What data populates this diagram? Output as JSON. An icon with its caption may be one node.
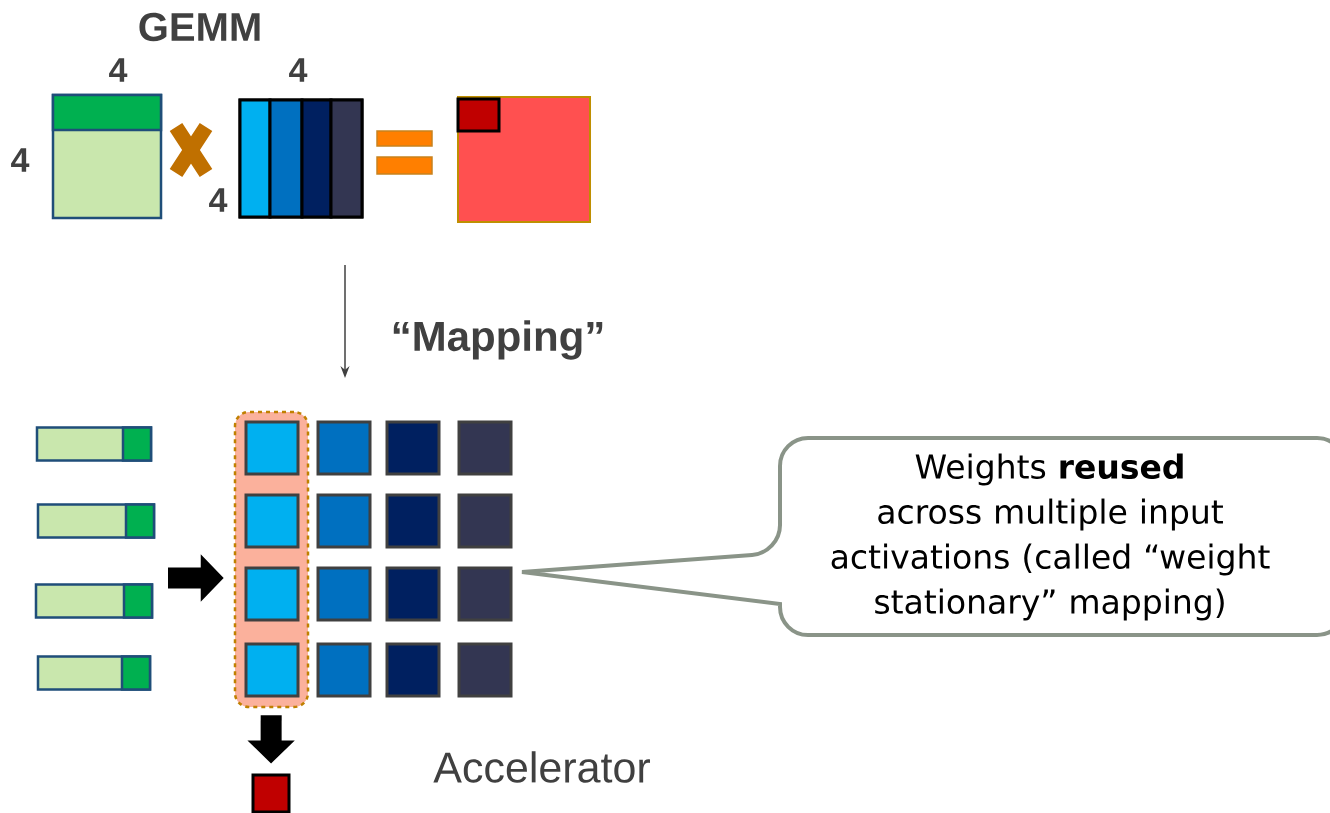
{
  "diagram": {
    "title": "GEMM",
    "nodes": [
      {
        "text": [],
        "shape": "box"
      },
      {
        "text": [],
        "shape": "box"
      },
      {
        "text": [],
        "shape": "box"
      },
      {
        "text": [],
        "shape": "box"
      },
      {
        "text": [],
        "shape": "box"
      },
      {
        "text": [],
        "shape": "box"
      },
      {
        "text": [],
        "shape": "box"
      },
      {
        "text": [],
        "shape": "box"
      },
      {
        "text": [],
        "shape": "box",
        "in": 7
      },
      {
        "text": [],
        "shape": "box",
        "in": 7
      },
      {
        "text": [],
        "shape": "box",
        "in": 7
      },
      {
        "text": [],
        "shape": "box",
        "in": 7
      },
      {
        "text": [],
        "shape": "box"
      },
      {
        "text": [],
        "shape": "box"
      },
      {
        "text": [],
        "shape": "box"
      },
      {
        "text": [],
        "shape": "box"
      },
      {
        "text": [],
        "shape": "box"
      },
      {
        "text": [],
        "shape": "box"
      },
      {
        "text": [],
        "shape": "box"
      },
      {
        "text": [],
        "shape": "box"
      },
      {
        "text": [],
        "shape": "box"
      },
      {
        "text": [],
        "shape": "box"
      },
      {
        "text": [],
        "shape": "box"
      },
      {
        "text": [],
        "shape": "box"
      },
      {
        "text": [],
        "shape": "box"
      },
      {
        "text": [
          "Weights **reused** across multiple input activations (called “weight stationary” mapping)"
        ]
      }
    ],
    "edges": [
      {
        "from": null,
        "to": 7,
        "arrow": "to"
      },
      {
        "from": 7,
        "to": 24,
        "arrow": "to"
      }
    ],
    "labels": [
      "4",
      "4",
      "4",
      "4",
      "“Mapping”",
      "Accelerator"
    ]
  }
}
